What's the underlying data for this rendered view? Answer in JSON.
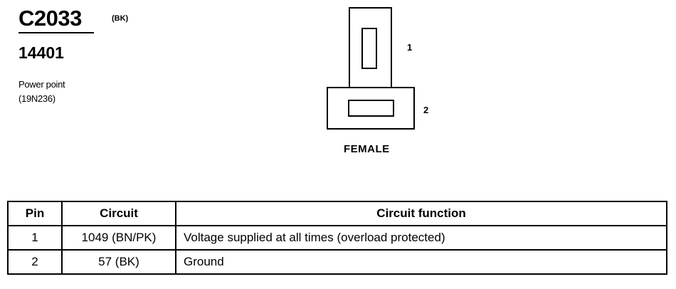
{
  "header": {
    "connector_id": "C2033",
    "connector_color": "(BK)",
    "part_number": "14401",
    "description_line1": "Power point",
    "description_line2": "(19N236)"
  },
  "connector_view": {
    "pin_labels": [
      "1",
      "2"
    ],
    "view_label": "FEMALE"
  },
  "pin_table": {
    "columns": [
      "Pin",
      "Circuit",
      "Circuit function"
    ],
    "rows": [
      {
        "pin": "1",
        "circuit": "1049 (BN/PK)",
        "function": "Voltage supplied at all times (overload protected)"
      },
      {
        "pin": "2",
        "circuit": "57 (BK)",
        "function": "Ground"
      }
    ]
  }
}
